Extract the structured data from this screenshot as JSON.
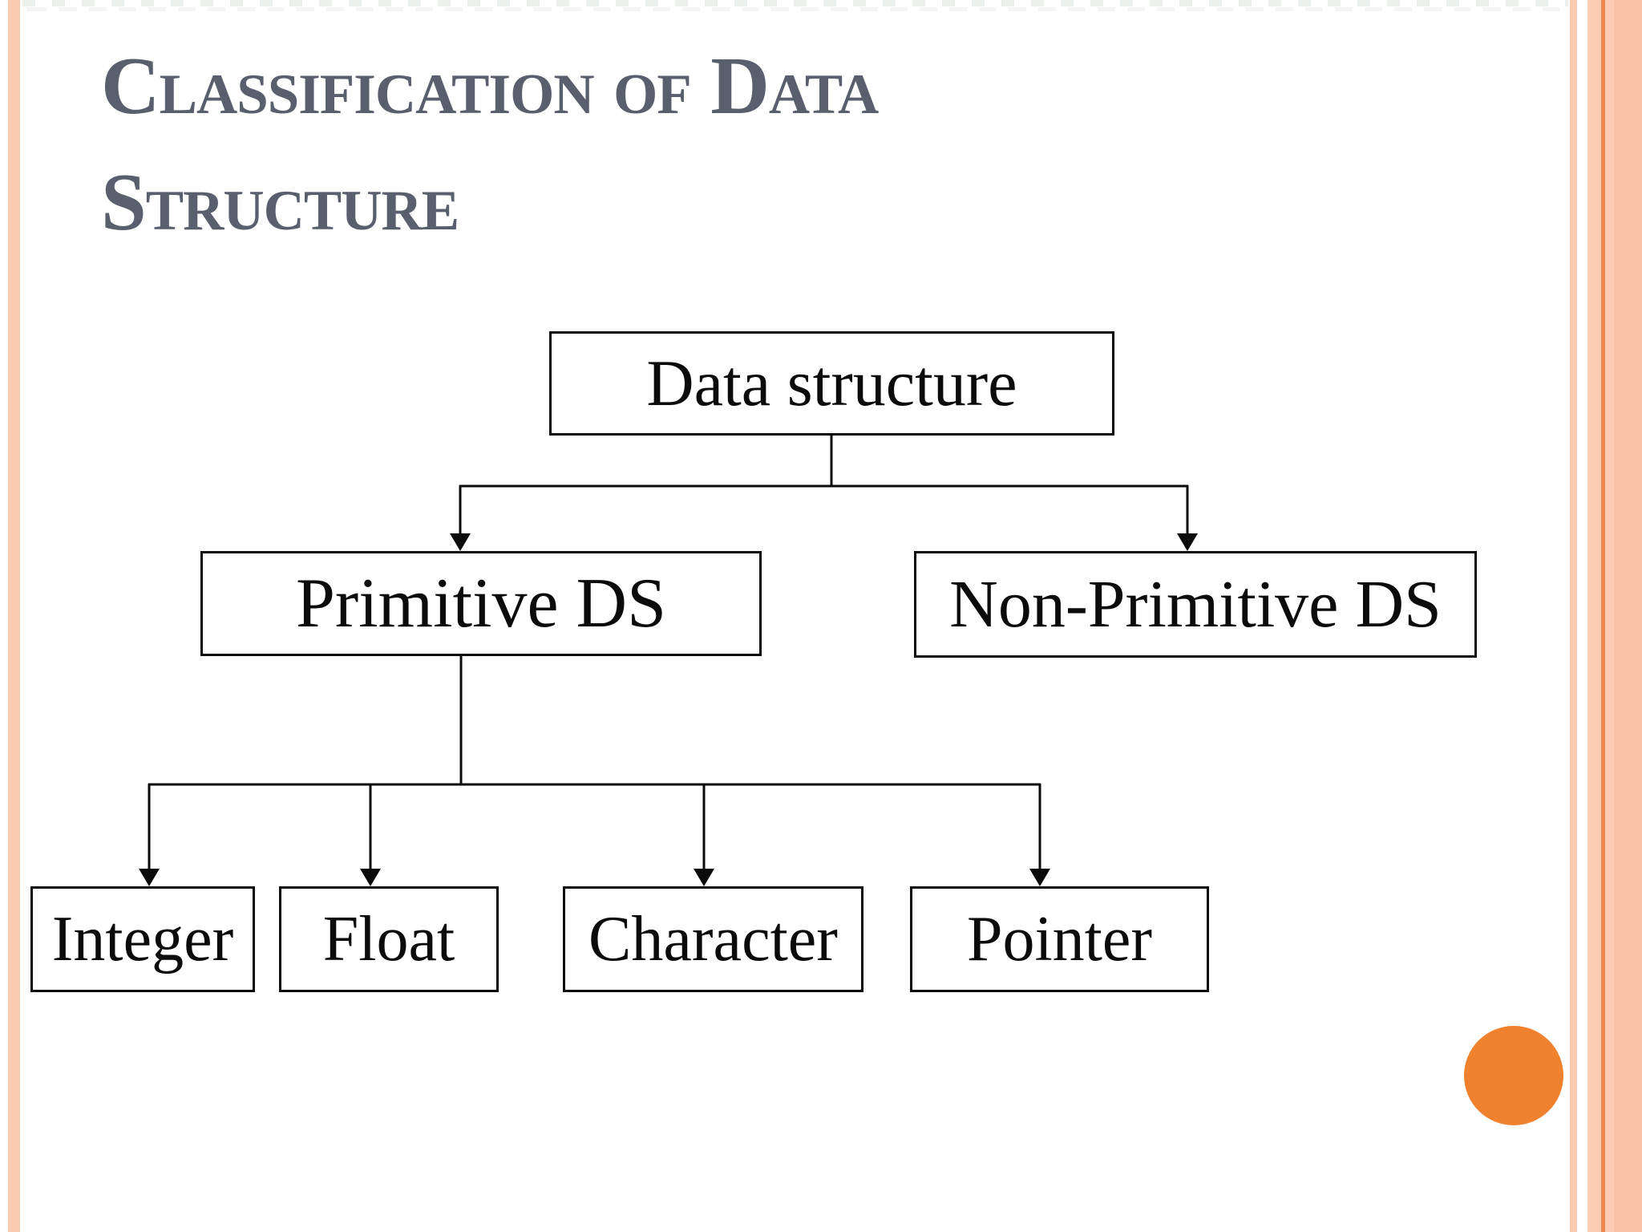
{
  "slide": {
    "title_line1": "Classification of Data",
    "title_line2": "Structure"
  },
  "diagram": {
    "root": {
      "label": "Data structure",
      "children": [
        {
          "label": "Primitive DS",
          "children": [
            {
              "label": "Integer"
            },
            {
              "label": "Float"
            },
            {
              "label": "Character"
            },
            {
              "label": "Pointer"
            }
          ]
        },
        {
          "label": "Non-Primitive DS",
          "children": []
        }
      ]
    }
  },
  "colors": {
    "accent-orange": "#f0812e",
    "peach-light": "#fbcbb1",
    "peach-band": "#fccdb4",
    "peach-line": "#ee8a50",
    "peach-deep": "#f8c3a6",
    "title-color": "#5a5f6e",
    "ink": "#0b0b0b"
  }
}
